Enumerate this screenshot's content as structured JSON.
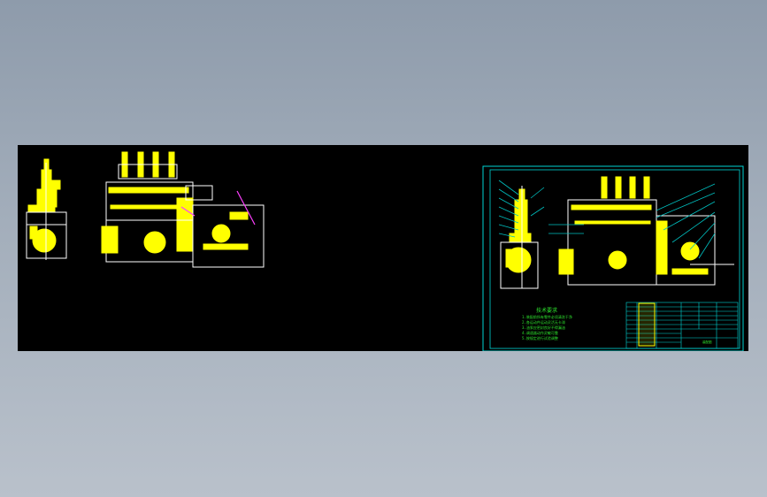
{
  "colors": {
    "background_top": "#8e9bab",
    "background_bottom": "#b9c1cb",
    "viewport": "#000000",
    "outline_cyan": "#00d5d5",
    "part_yellow": "#ffff00",
    "edge_white": "#ffffff",
    "text_green": "#2ee62e",
    "accent_magenta": "#ff40ff"
  },
  "drawing_sheet": {
    "tech_notes_title": "技术要求",
    "tech_notes_lines": [
      "1.装配前所有零件必须清洗干净",
      "2.各运动件运动灵活无卡滞",
      "3.油泵应密封良好不得漏油",
      "4.调速器动作灵敏可靠",
      "5.按规定进行试验调整"
    ],
    "title_block_name": "装配图"
  },
  "icons": [
    "side-view-icon",
    "front-view-icon",
    "sheet-side-view-icon",
    "sheet-front-view-icon"
  ]
}
